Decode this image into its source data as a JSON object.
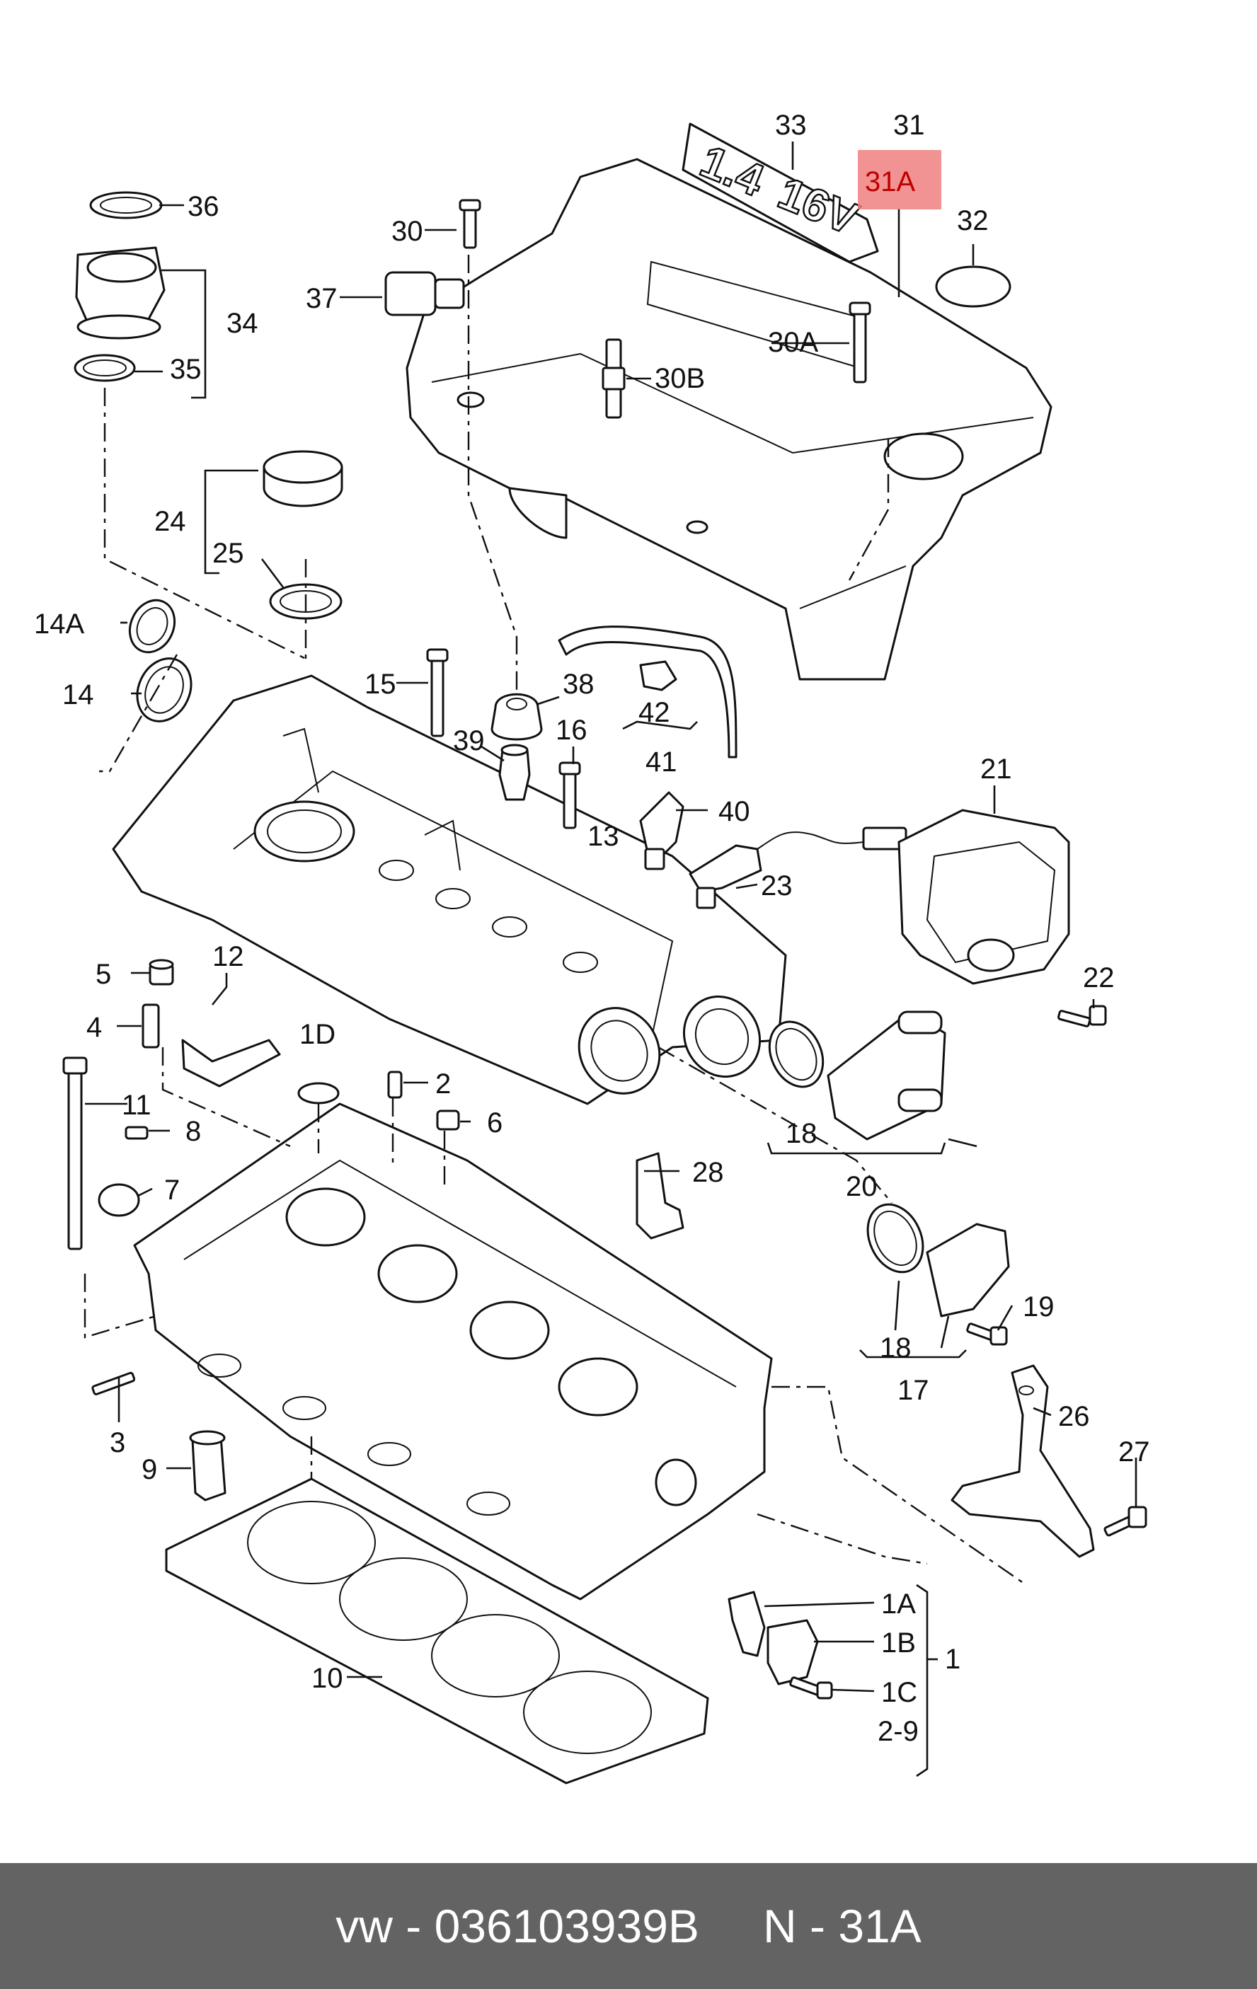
{
  "diagram": {
    "callouts": {
      "c33": "33",
      "c31": "31",
      "c31a": "31A",
      "c32": "32",
      "c36": "36",
      "c34": "34",
      "c35": "35",
      "c30": "30",
      "c37": "37",
      "c30a": "30A",
      "c30b": "30B",
      "c24": "24",
      "c25": "25",
      "c14a": "14A",
      "c14": "14",
      "c15": "15",
      "c38": "38",
      "c42": "42",
      "c41": "41",
      "c39": "39",
      "c16": "16",
      "c21": "21",
      "c40": "40",
      "c13": "13",
      "c23": "23",
      "c5": "5",
      "c12": "12",
      "c4": "4",
      "c1d": "1D",
      "c22": "22",
      "c11": "11",
      "c2": "2",
      "c6": "6",
      "c8": "8",
      "c18a": "18",
      "c20": "20",
      "c28": "28",
      "c7": "7",
      "c19": "19",
      "c18b": "18",
      "c17": "17",
      "c3": "3",
      "c26": "26",
      "c9": "9",
      "c27": "27",
      "c1a": "1A",
      "c1b": "1B",
      "c10": "10",
      "c1": "1",
      "c1c": "1C",
      "c29": "2-9"
    },
    "embossed_text": {
      "line1": "1.4",
      "line2": "16V"
    },
    "highlight_color": "#f08080"
  },
  "footer": {
    "brand": "vw",
    "dash1": "-",
    "part_number": "036103939B",
    "ref_prefix": "N",
    "dash2": "-",
    "ref_number": "31A",
    "background_color": "#636363"
  }
}
